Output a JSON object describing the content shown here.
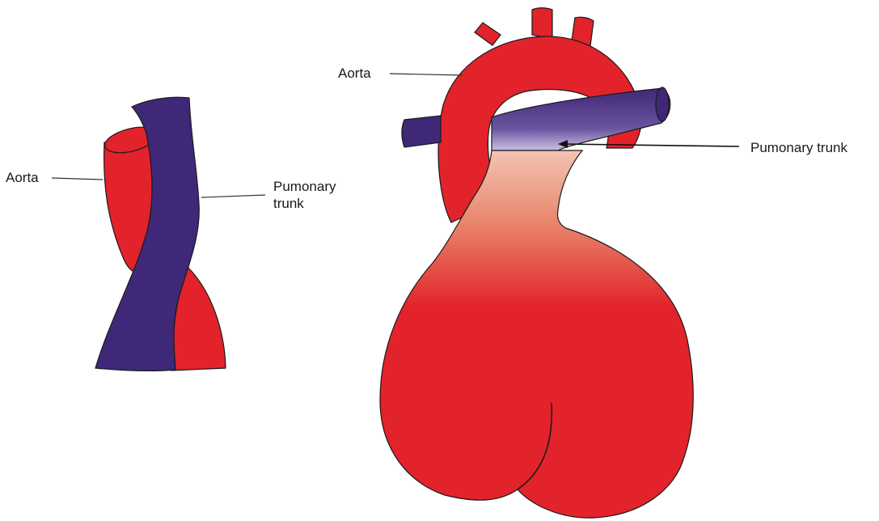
{
  "colors": {
    "aorta": "#e2232b",
    "pulmonary_trunk": "#3f2877",
    "gradient_light": "#f3c4b4",
    "outline": "#1a1a1a"
  },
  "left_diagram": {
    "aorta_label": "Aorta",
    "pulmonary_label_line1": "Pumonary",
    "pulmonary_label_line2": "trunk"
  },
  "right_diagram": {
    "aorta_label": "Aorta",
    "pulmonary_label": "Pumonary trunk"
  }
}
